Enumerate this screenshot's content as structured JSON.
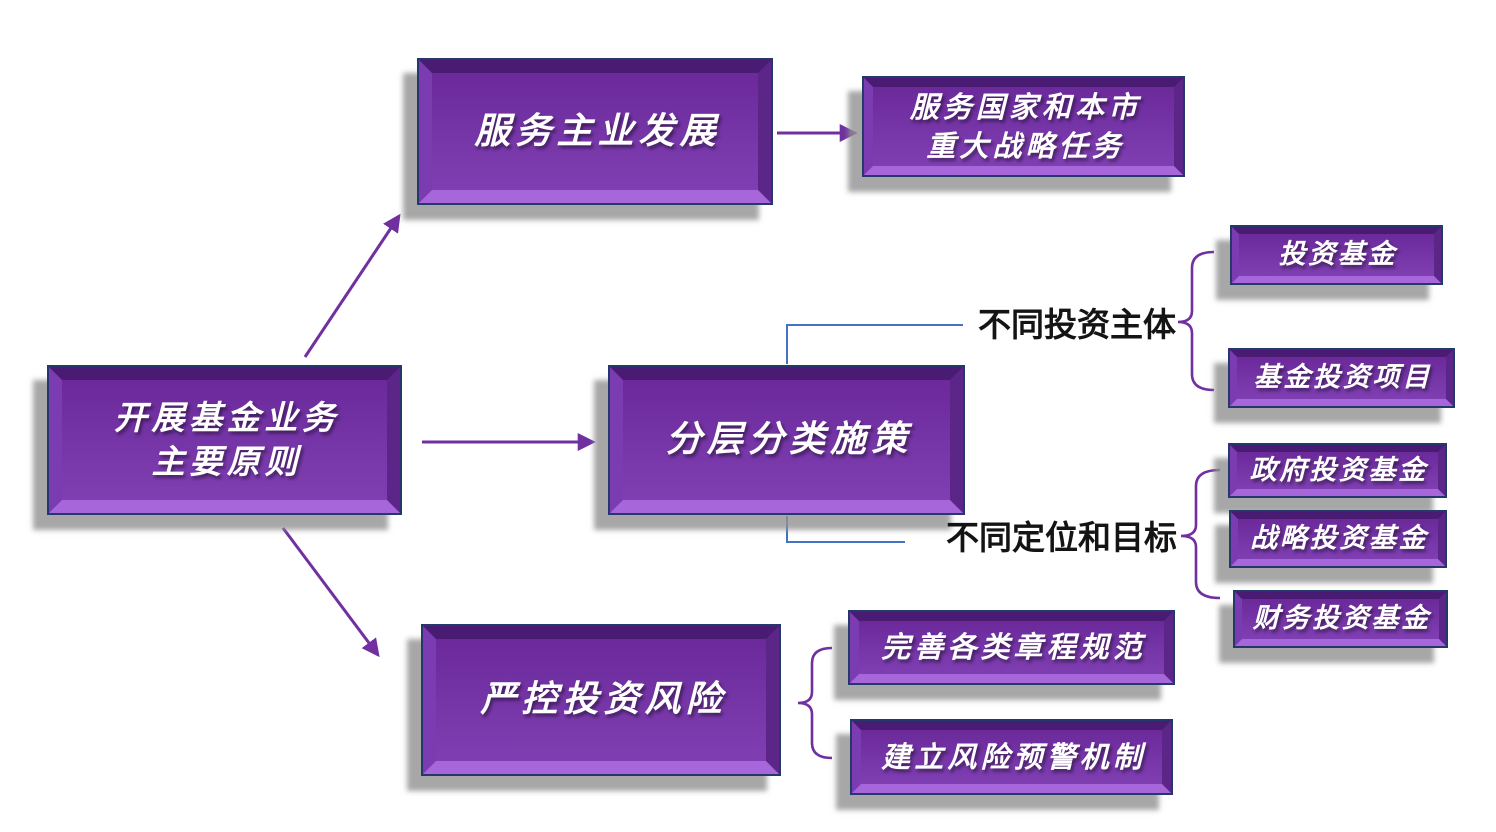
{
  "diagram": {
    "title_node": {
      "line1": "开展基金业务",
      "line2": "主要原则"
    },
    "nodes": {
      "serve_main": {
        "label": "服务主业发展"
      },
      "serve_strategy": {
        "line1": "服务国家和本市",
        "line2": "重大战略任务"
      },
      "layered": {
        "label": "分层分类施策"
      },
      "risk": {
        "label": "严控投资风险"
      },
      "invest_fund": {
        "label": "投资基金"
      },
      "fund_project": {
        "label": "基金投资项目"
      },
      "gov_fund": {
        "label": "政府投资基金"
      },
      "strategic_fund": {
        "label": "战略投资基金"
      },
      "financial_fund": {
        "label": "财务投资基金"
      },
      "charter": {
        "label": "完善各类章程规范"
      },
      "warning": {
        "label": "建立风险预警机制"
      }
    },
    "branch_labels": {
      "different_investors": "不同投资主体",
      "different_goals": "不同定位和目标"
    },
    "colors": {
      "box_fill": "#7233A4",
      "box_border": "#24386B",
      "bevel_light": "#A767DB",
      "bevel_dark": "#4A1B73",
      "box_text": "#FFFFFF",
      "arrow": "#7030A0",
      "brace": "#7030A0",
      "connector_blue": "#4472C4",
      "label_text": "#141414",
      "shadow": "#A6A6A6",
      "background": "#FFFFFF"
    }
  }
}
